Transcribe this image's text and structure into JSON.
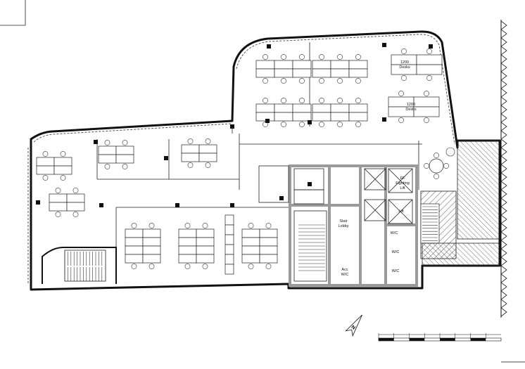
{
  "labels": {
    "desk_label_a": "1200\nDesks",
    "desk_label_b": "1200\nDesks",
    "stair_lobby": "Stair\nLobby",
    "firefighting_lift": "FF\nFighting\nLift",
    "lift": "Lift",
    "wc": "W/C",
    "acc_wc": "Acc\nW/C",
    "north": "N"
  },
  "scale_bar": {
    "segments": 8
  }
}
